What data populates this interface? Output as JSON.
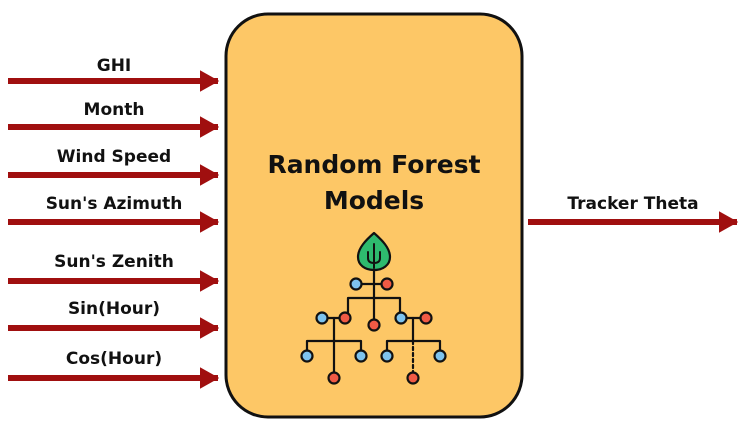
{
  "diagram": {
    "model_box": {
      "title_line1": "Random Forest",
      "title_line2": "Models",
      "fill_color": "#FDC766",
      "stroke_color": "#111111"
    },
    "inputs": [
      {
        "label": "GHI"
      },
      {
        "label": "Month"
      },
      {
        "label": "Wind Speed"
      },
      {
        "label": "Sun's Azimuth"
      },
      {
        "label": "Sun's Zenith"
      },
      {
        "label": "Sin(Hour)"
      },
      {
        "label": "Cos(Hour)"
      }
    ],
    "output": {
      "label": "Tracker Theta"
    },
    "arrow_color": "#A00F0F",
    "icon": {
      "name": "random-forest-tree-icon",
      "leaf_color": "#2EBA6E",
      "node_blue": "#7EC3EE",
      "node_red": "#F05A45",
      "line_color": "#111111"
    }
  }
}
